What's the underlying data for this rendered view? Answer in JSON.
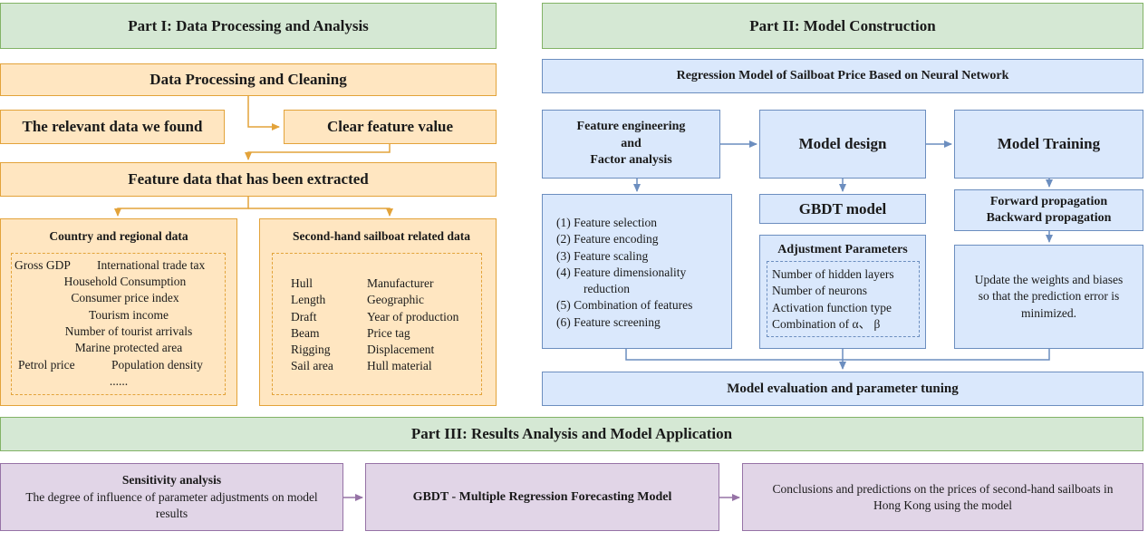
{
  "part1": {
    "header": "Part I: Data Processing and Analysis",
    "processing": "Data Processing and Cleaning",
    "relevant": "The relevant data we found",
    "clear": "Clear feature value",
    "extracted": "Feature data that has been extracted",
    "country": {
      "title": "Country and regional data",
      "items": [
        "Gross GDP",
        "International trade tax",
        "Household Consumption",
        "Consumer price index",
        "Tourism income",
        "Number of tourist arrivals",
        "Marine protected area",
        "Petrol price",
        "Population density",
        "......"
      ]
    },
    "sailboat": {
      "title": "Second-hand sailboat related data",
      "left": [
        "Hull",
        "Length",
        "Draft",
        "Beam",
        "Rigging",
        "Sail area"
      ],
      "right": [
        "Manufacturer",
        "Geographic",
        "Year of production",
        "Price tag",
        "Displacement",
        "Hull material"
      ]
    }
  },
  "part2": {
    "header": "Part II: Model Construction",
    "regression": "Regression Model of Sailboat Price Based on Neural Network",
    "feature_eng": [
      "Feature engineering",
      "and",
      "Factor analysis"
    ],
    "feature_list": [
      "(1)  Feature selection",
      "(2)  Feature encoding",
      "(3)  Feature scaling",
      "(4)  Feature dimensionality",
      "reduction",
      "(5)  Combination of features",
      "(6)  Feature screening"
    ],
    "model_design": "Model design",
    "gbdt": "GBDT model",
    "adjust": {
      "title": "Adjustment Parameters",
      "items": [
        "Number of hidden layers",
        "Number of neurons",
        "Activation function type",
        "Combination of   α、 β"
      ]
    },
    "training": "Model Training",
    "propagation": [
      "Forward propagation",
      "Backward propagation"
    ],
    "update": [
      "Update the weights and biases",
      "so that the prediction error is",
      "minimized."
    ],
    "evaluation": "Model evaluation and parameter tuning"
  },
  "part3": {
    "header": "Part III: Results Analysis and Model Application",
    "sensitivity": {
      "title": "Sensitivity analysis",
      "text": [
        "The degree of influence of parameter adjustments on model",
        "results"
      ]
    },
    "forecast": "GBDT - Multiple Regression Forecasting Model",
    "conclusion": [
      "Conclusions and predictions on the prices of second-hand sailboats in",
      "Hong Kong using the model"
    ]
  }
}
